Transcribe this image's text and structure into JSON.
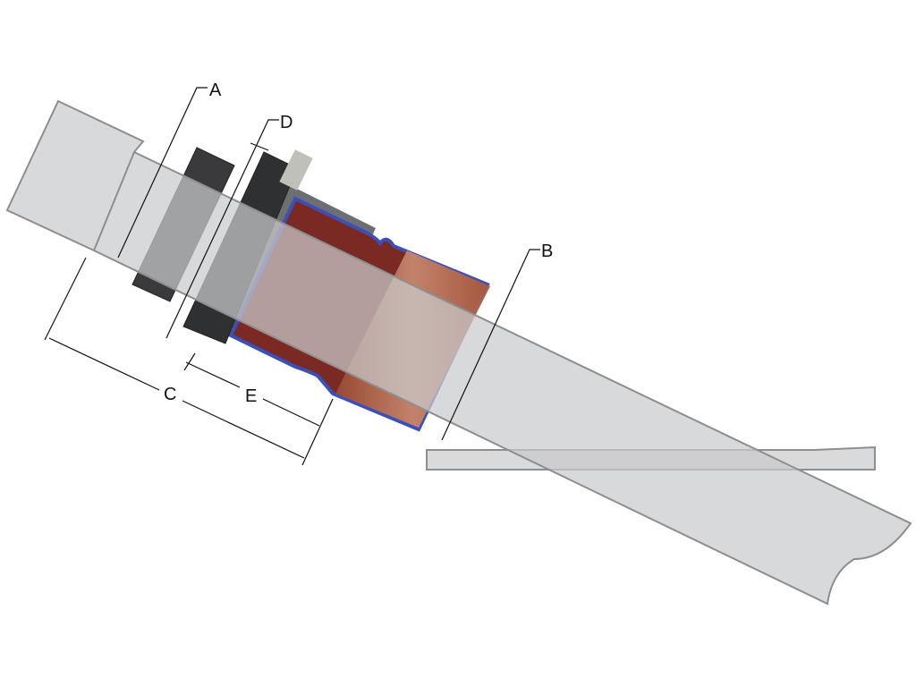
{
  "diagram": {
    "labels": {
      "a": "A",
      "b": "B",
      "c": "C",
      "d": "D",
      "e": "E"
    },
    "colors": {
      "pipe": "#d4d5d7",
      "pipe_edge": "#8d8e90",
      "copper": "#b0634a",
      "bellows_red": "#c0392b",
      "bellows_blue": "#3b4fb8",
      "flange": "#3a3a3c",
      "dimension": "#111111"
    }
  }
}
